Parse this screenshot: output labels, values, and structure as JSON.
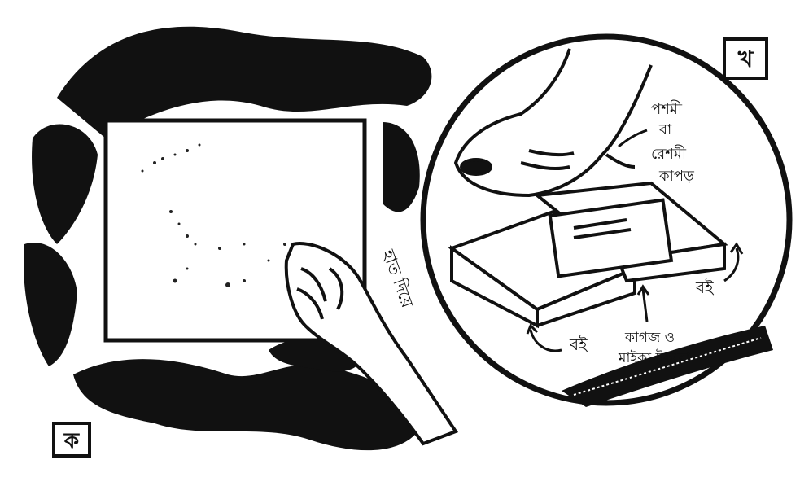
{
  "panel_a": {
    "label": "ক",
    "side_text": "হাত দিয়ে"
  },
  "panel_b": {
    "label": "খ",
    "cloth_label": [
      "পশমী",
      "বা",
      "রেশমী",
      "কাপড়"
    ],
    "left_arrow_text": "বই",
    "right_arrow_text": "বই",
    "center_label": [
      "কাগজ ও",
      "মাইকা টুকরো"
    ]
  },
  "colors": {
    "ink": "#111111",
    "paper": "#ffffff"
  }
}
